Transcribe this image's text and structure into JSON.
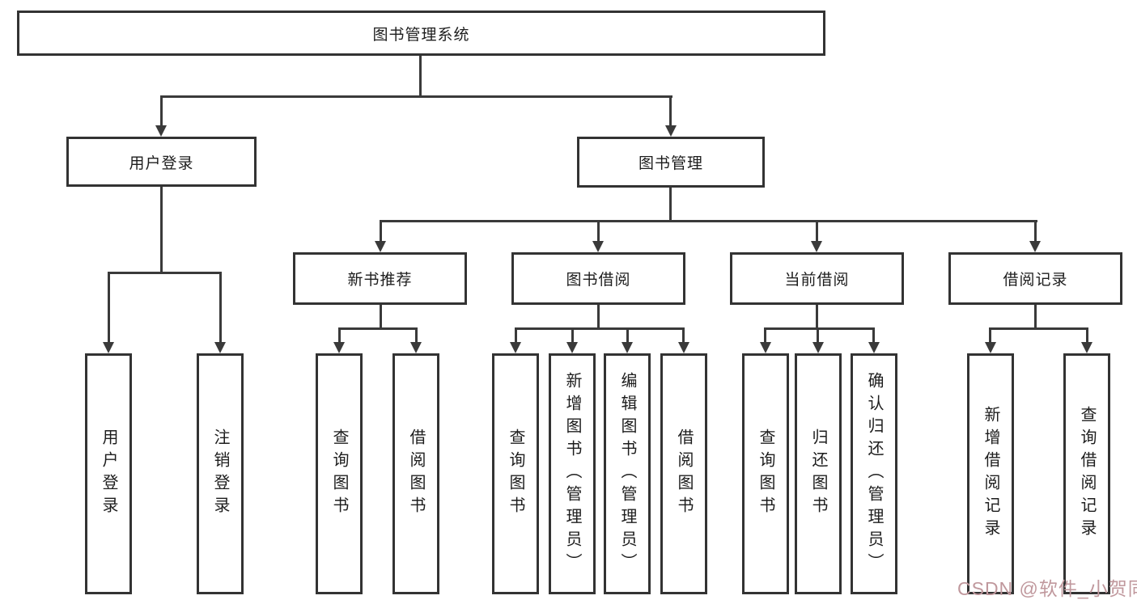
{
  "tree": {
    "root": {
      "label": "图书管理系统"
    },
    "children": [
      {
        "label": "用户登录",
        "children": [
          {
            "label": "用户登录"
          },
          {
            "label": "注销登录"
          }
        ]
      },
      {
        "label": "图书管理",
        "children": [
          {
            "label": "新书推荐",
            "children": [
              {
                "label": "查询图书"
              },
              {
                "label": "借阅图书"
              }
            ]
          },
          {
            "label": "图书借阅",
            "children": [
              {
                "label": "查询图书"
              },
              {
                "label": "新增图书（管理员）"
              },
              {
                "label": "编辑图书（管理员）"
              },
              {
                "label": "借阅图书"
              }
            ]
          },
          {
            "label": "当前借阅",
            "children": [
              {
                "label": "查询图书"
              },
              {
                "label": "归还图书"
              },
              {
                "label": "确认归还（管理员）"
              }
            ]
          },
          {
            "label": "借阅记录",
            "children": [
              {
                "label": "新增借阅记录"
              },
              {
                "label": "查询借阅记录"
              }
            ]
          }
        ]
      }
    ]
  },
  "watermark": {
    "text": "CSDN @软件_小贺同学",
    "color": "#c0989d"
  },
  "colors": {
    "line": "#3a3a3a",
    "box_border": "#333333",
    "text": "#1d1d1d",
    "background": "#ffffff"
  }
}
